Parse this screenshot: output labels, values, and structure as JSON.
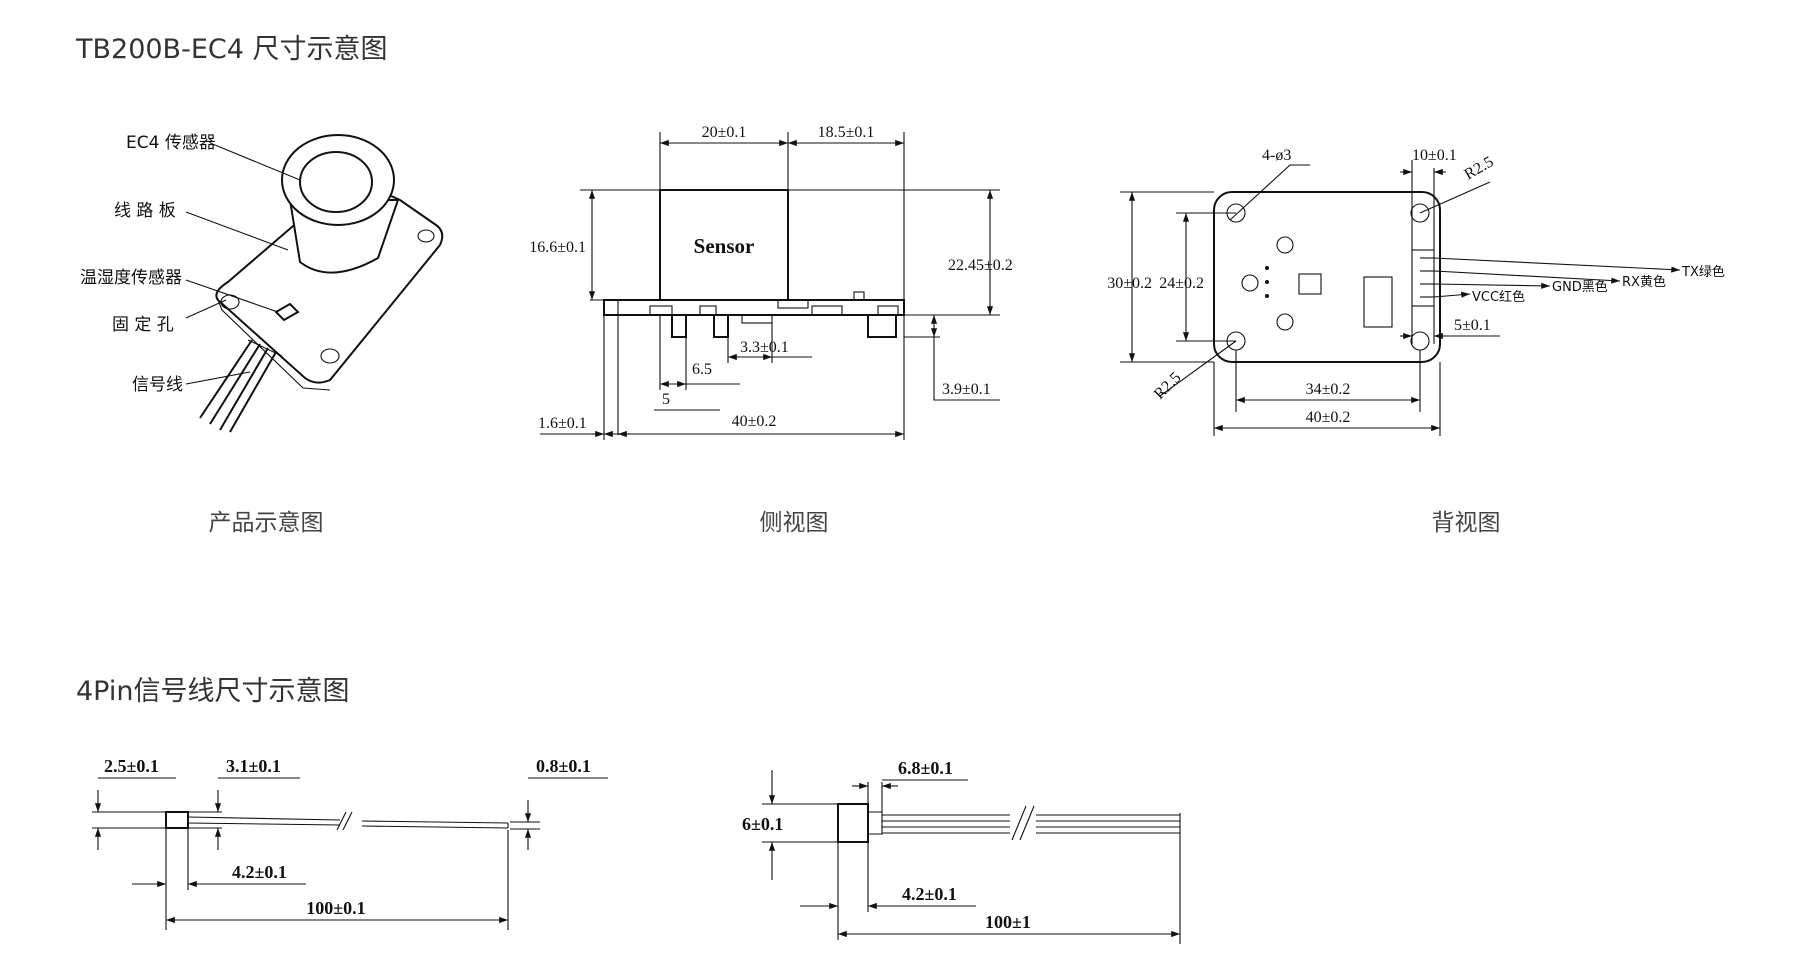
{
  "section1": {
    "title": "TB200B-EC4 尺寸示意图",
    "views": {
      "product": {
        "caption": "产品示意图",
        "labels": [
          "EC4 传感器",
          "线 路 板",
          "温湿度传感器",
          "固 定 孔",
          "信号线"
        ]
      },
      "side": {
        "caption": "侧视图",
        "sensor_label": "Sensor",
        "dims": {
          "top_left": "20±0.1",
          "top_right": "18.5±0.1",
          "height_left": "16.6±0.1",
          "height_right": "22.45±0.2",
          "d_3_3": "3.3±0.1",
          "d_6_5": "6.5",
          "d_5": "5",
          "d_1_6": "1.6±0.1",
          "width": "40±0.2",
          "d_3_9": "3.9±0.1"
        }
      },
      "back": {
        "caption": "背视图",
        "dims": {
          "holes": "4-ø3",
          "d_10": "10±0.1",
          "r_top": "R2.5",
          "r_bottom": "R2.5",
          "h_30": "30±0.2",
          "h_24": "24±0.2",
          "d_5": "5±0.1",
          "w_34": "34±0.2",
          "w_40": "40±0.2"
        },
        "wires": {
          "vcc": "VCC红色",
          "gnd": "GND黑色",
          "rx": "RX黄色",
          "tx": "TX绿色"
        }
      }
    }
  },
  "section2": {
    "title": "4Pin信号线尺寸示意图",
    "left_cable": {
      "dims": {
        "d_2_5": "2.5±0.1",
        "d_3_1": "3.1±0.1",
        "d_0_8": "0.8±0.1",
        "d_4_2": "4.2±0.1",
        "length": "100±0.1"
      }
    },
    "right_cable": {
      "dims": {
        "d_6_8": "6.8±0.1",
        "d_6": "6±0.1",
        "d_4_2": "4.2±0.1",
        "length": "100±1"
      }
    }
  }
}
